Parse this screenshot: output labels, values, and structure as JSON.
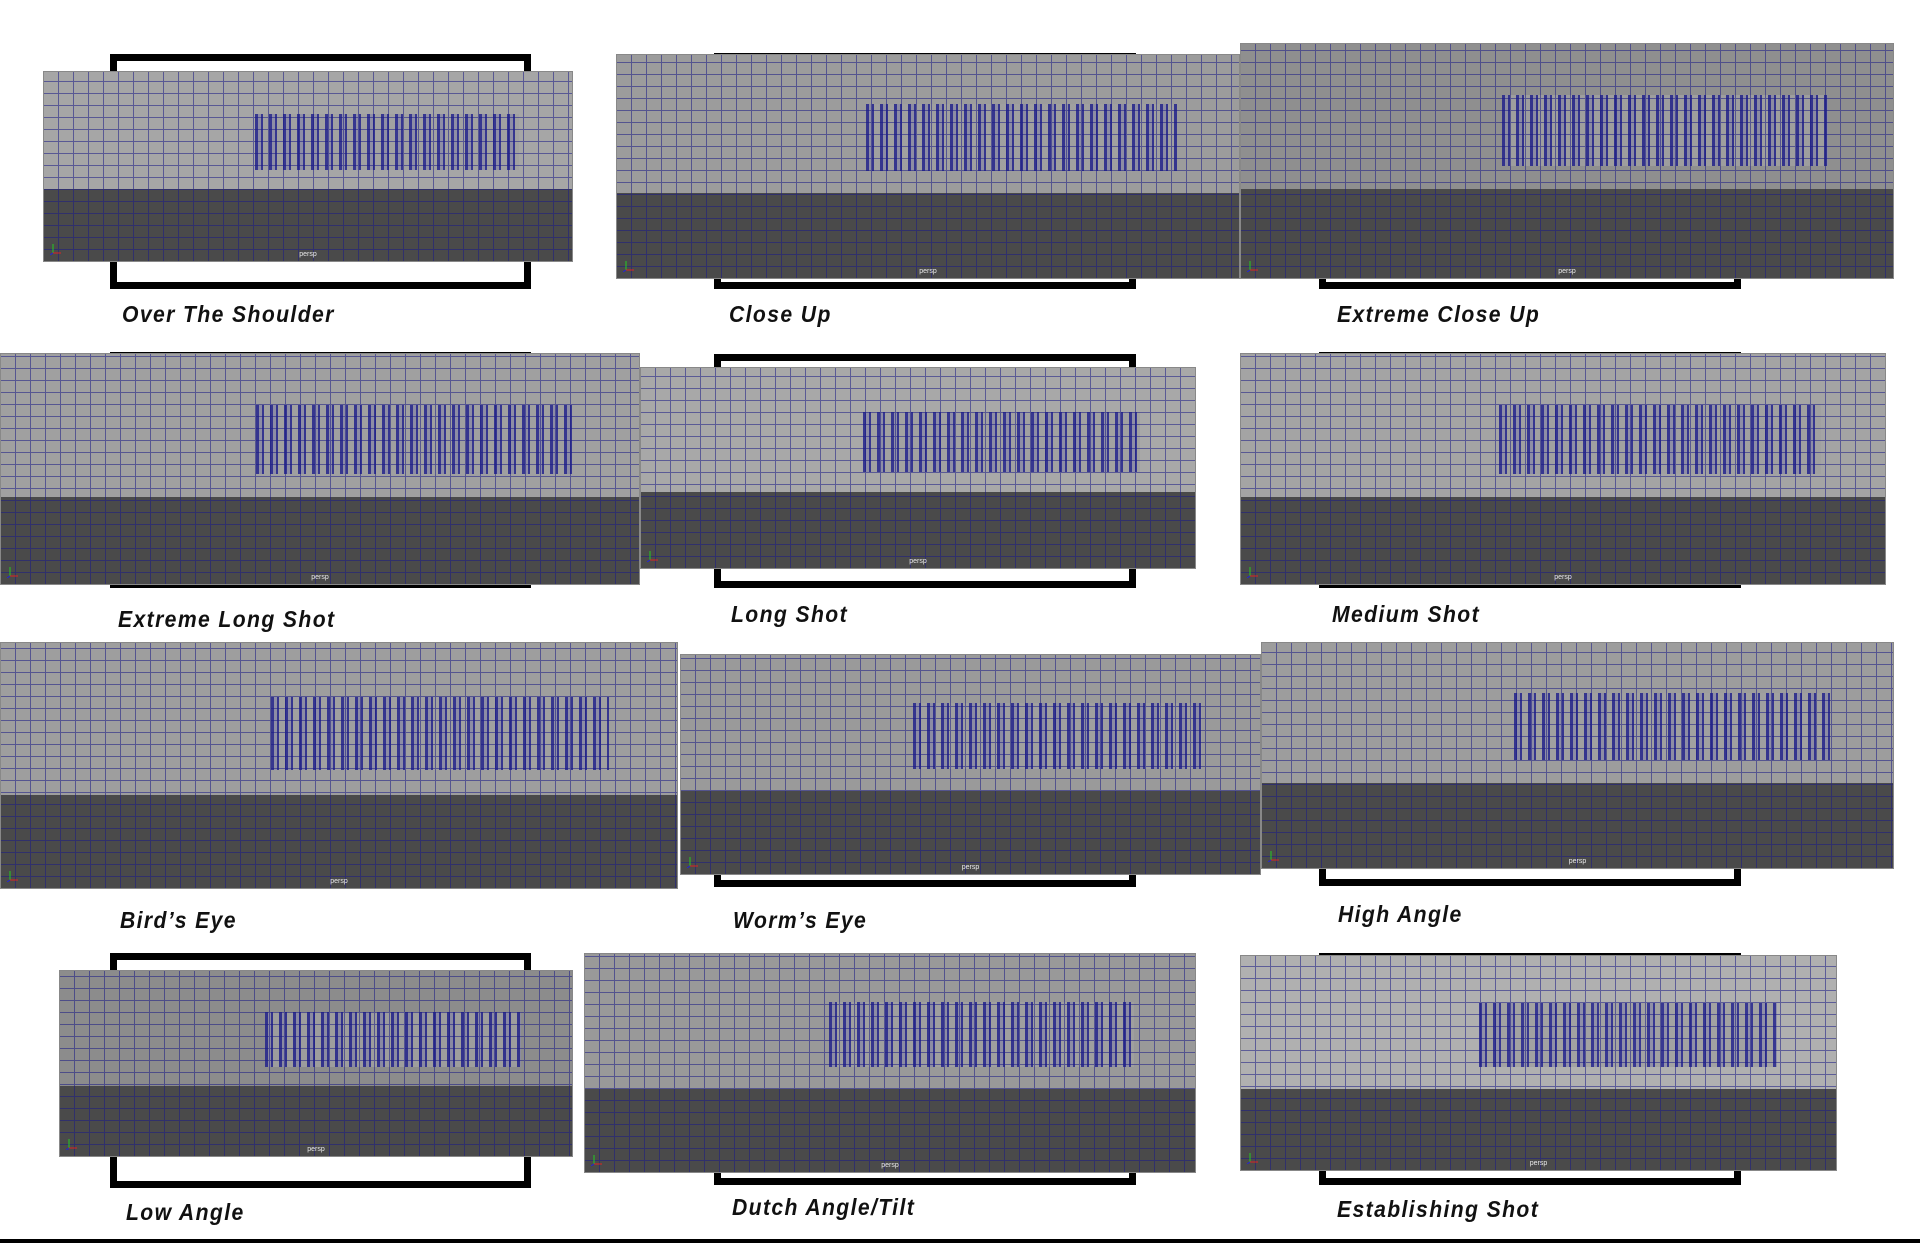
{
  "viewport_label": "persp",
  "colors": {
    "wireframe": "#1b1b86",
    "wall": "#a9a9a9",
    "floor": "#4a4a4a",
    "frame": "#000000"
  },
  "shots": [
    {
      "label": "Over The Shoulder"
    },
    {
      "label": "Close Up"
    },
    {
      "label": "Extreme Close Up"
    },
    {
      "label": "Extreme Long Shot"
    },
    {
      "label": "Long Shot"
    },
    {
      "label": "Medium Shot"
    },
    {
      "label": "Bird’s Eye"
    },
    {
      "label": "Worm’s Eye"
    },
    {
      "label": "High Angle"
    },
    {
      "label": "Low Angle"
    },
    {
      "label": "Dutch Angle/Tilt"
    },
    {
      "label": "Establishing Shot"
    }
  ]
}
